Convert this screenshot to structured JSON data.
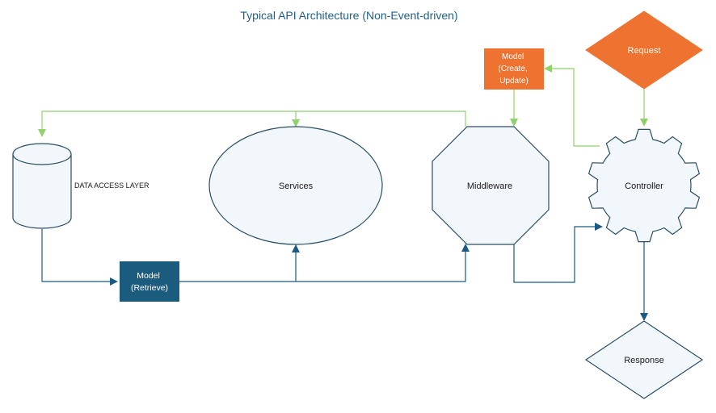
{
  "title": "Typical API Architecture (Non-Event-driven)",
  "nodes": {
    "data_access": {
      "label": "DATA ACCESS LAYER"
    },
    "services": {
      "label": "Services"
    },
    "middleware": {
      "label": "Middleware"
    },
    "controller": {
      "label": "Controller"
    },
    "request": {
      "label": "Request"
    },
    "response": {
      "label": "Response"
    },
    "model_create": {
      "lines": [
        "Model",
        "(Create,",
        "Update)"
      ]
    },
    "model_retrieve": {
      "lines": [
        "Model",
        "(Retrieve)"
      ]
    }
  },
  "colors": {
    "title": "#1f5f86",
    "shape_fill": "#f2f7fb",
    "shape_stroke": "#2b4e66",
    "green_arrow": "#8fd16a",
    "blue_arrow": "#1b5a83",
    "orange": "#ee7230",
    "model_retrieve_fill": "#1b5c7e"
  }
}
